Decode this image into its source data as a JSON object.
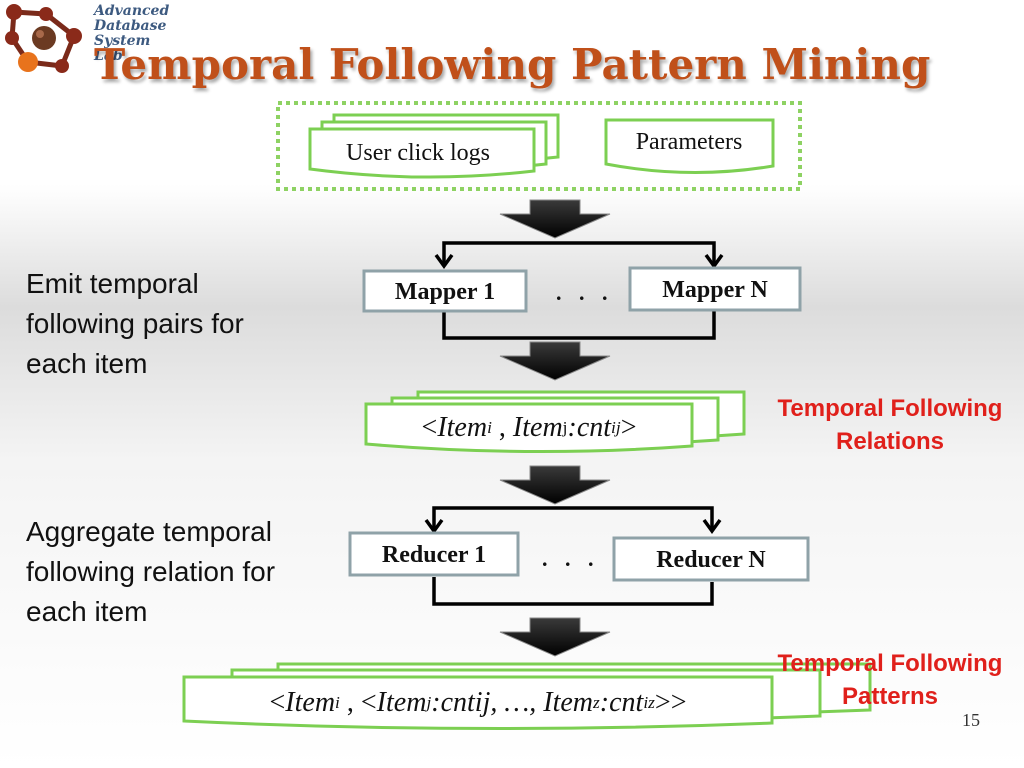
{
  "logo": {
    "line1": "Advanced",
    "line2": "Database",
    "line3": "System",
    "line4": "Lab"
  },
  "title": "Temporal Following Pattern Mining",
  "inputs": {
    "logs_label": "User click logs",
    "params_label": "Parameters"
  },
  "mappers": {
    "first": "Mapper 1",
    "last": "Mapper N",
    "ellipsis": ". . ."
  },
  "reducers": {
    "first": "Reducer 1",
    "last": "Reducer N",
    "ellipsis": ". . ."
  },
  "pairs_record": {
    "open": "<",
    "item_i": "Item",
    "sub_i": "i",
    "sep": " , ",
    "item_j": "Item",
    "sub_j": "j",
    "cnt": ":cnt",
    "sub_ij": "ij",
    "close": ">"
  },
  "agg_record": {
    "open": "<",
    "item_i": "Item",
    "sub_i": "i",
    "mid1": " , <",
    "item_j": "Item",
    "sub_j": "j",
    "mid2": ":cntij, …, ",
    "item_z": "Item",
    "sub_z": "z",
    "cnt": ":cnt",
    "sub_iz": "iz",
    "close": ">>"
  },
  "map_description": {
    "line1": "Emit temporal",
    "line2": "following pairs for",
    "line3": "each item"
  },
  "reduce_description": {
    "line1": "Aggregate temporal",
    "line2": "following relation for",
    "line3": "each item"
  },
  "relations_label": {
    "line1": "Temporal Following",
    "line2": "Relations"
  },
  "patterns_label": {
    "line1": "Temporal Following",
    "line2": "Patterns"
  },
  "page_number": "15",
  "colors": {
    "title": "#c0501a",
    "green_border": "#7ccf52",
    "gray_border": "#8fa2a8",
    "red_label": "#e0201b",
    "logo_text": "#3d5a80"
  }
}
